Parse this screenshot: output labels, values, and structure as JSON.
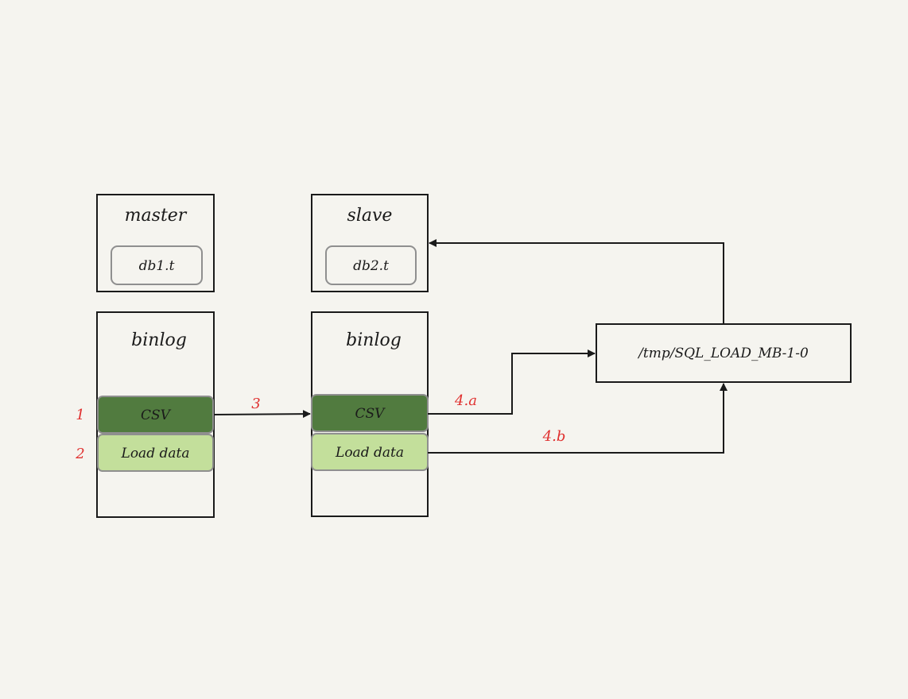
{
  "colors": {
    "background": "#f5f4ef",
    "box_stroke": "#1a1a1a",
    "rounded_stroke": "#8f8f8f",
    "csv_fill": "#517b3f",
    "load_fill": "#c3df9b",
    "annotation": "#e0302f",
    "arrow": "#1a1a1a"
  },
  "master": {
    "title": "master",
    "table": "db1.t",
    "binlog_title": "binlog",
    "csv_event": "CSV",
    "load_event": "Load data"
  },
  "slave": {
    "title": "slave",
    "table": "db2.t",
    "binlog_title": "binlog",
    "csv_event": "CSV",
    "load_event": "Load data"
  },
  "tmp_file": {
    "path": "/tmp/SQL_LOAD_MB-1-0"
  },
  "annotations": {
    "step_1": "1",
    "step_2": "2",
    "step_3": "3",
    "step_4a": "4.a",
    "step_4b": "4.b"
  }
}
